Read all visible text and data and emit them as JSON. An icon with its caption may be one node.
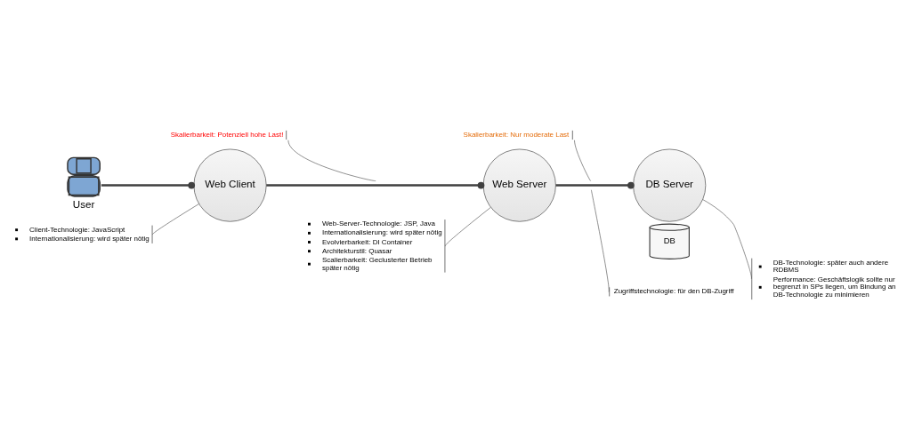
{
  "diagram": {
    "nodes": [
      {
        "text": [
          "Skalierbarkeit: Potenziell hohe Last!"
        ]
      },
      {
        "text": [
          "Skalierbarkeit: Nur moderate Last"
        ]
      },
      {
        "text": [
          "User"
        ]
      },
      {
        "text": [
          "Web Client"
        ]
      },
      {
        "text": [
          "Web Server"
        ]
      },
      {
        "text": [
          "DB Server"
        ]
      },
      {
        "text": [
          "DB"
        ]
      },
      {
        "text": [
          "Client-Technologie: JavaScript",
          "Internationalisierung: wird später nötig"
        ]
      },
      {
        "text": [
          "Web-Server-Technologie: JSP, Java",
          "Internationalisierung: wird später nötig",
          "Evolvierbarkeit: DI Container",
          "Architekturstil: Quasar",
          "Scalierbarkeit: Geclusterter Betrieb später nötig"
        ]
      },
      {
        "text": [
          "DB-Technologie: später auch andere RDBMS",
          "Performance: Geschäftslogik sollte nur begrenzt in SPs liegen, um Bindung an DB-Technologie zu minimieren"
        ]
      },
      {
        "text": [
          "Zugriffstechnologie: für den DB-Zugriff"
        ]
      }
    ],
    "edges": [
      {
        "from": 2,
        "to": 3,
        "arrow": "other",
        "style": "thick"
      },
      {
        "from": 3,
        "to": 4,
        "arrow": "other",
        "style": "thick"
      },
      {
        "from": 4,
        "to": 5,
        "arrow": "other",
        "style": "thick"
      },
      {
        "from": 0,
        "to": null,
        "arrow": "none"
      },
      {
        "from": 1,
        "to": null,
        "arrow": "none"
      },
      {
        "from": 7,
        "to": 3,
        "arrow": "none"
      },
      {
        "from": 8,
        "to": 4,
        "arrow": "none"
      },
      {
        "from": 9,
        "to": 5,
        "arrow": "none"
      },
      {
        "from": 10,
        "to": null,
        "arrow": "none"
      }
    ]
  }
}
